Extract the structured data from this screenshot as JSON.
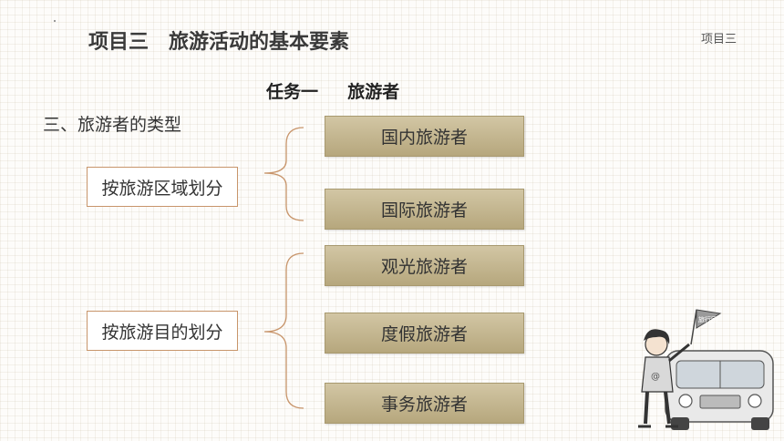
{
  "header": {
    "title": "项目三　旅游活动的基本要素",
    "corner_label": "项目三"
  },
  "subtitle": "任务一　  旅游者",
  "section_heading": "三、旅游者的类型",
  "groups": [
    {
      "label": "按旅游区域划分",
      "items": [
        "国内旅游者",
        "国际旅游者"
      ]
    },
    {
      "label": "按旅游目的划分",
      "items": [
        "观光旅游者",
        "度假旅游者",
        "事务旅游者"
      ]
    }
  ],
  "illustration": {
    "flag_text": "旅行团"
  },
  "colors": {
    "tag_fill": "#c4b78f",
    "category_border": "#c8956b",
    "brace": "#c8956b"
  }
}
